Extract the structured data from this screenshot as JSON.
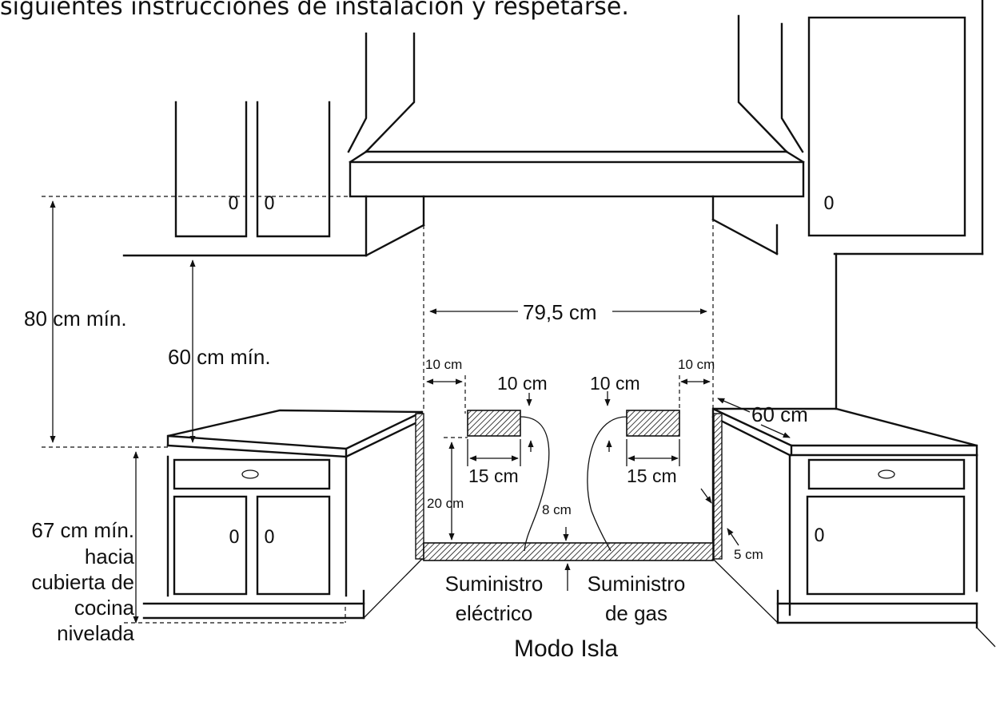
{
  "intro_text": "siguientes instrucciones de instalación y respetarse.",
  "dimensions": {
    "overall_height": "80 cm mín.",
    "cabinet_clearance": "60 cm mín.",
    "hood_width": "79,5 cm",
    "left_offset": "10 cm",
    "right_offset": "10 cm",
    "electric_box_from_top": "10 cm",
    "gas_box_from_top": "10 cm",
    "electric_box_width": "15 cm",
    "gas_box_width": "15 cm",
    "box_height_from_floor": "20 cm",
    "floor_thickness": "8 cm",
    "side_thickness": "5 cm",
    "counter_depth": "60 cm",
    "counter_height_line1": "67 cm mín.",
    "counter_height_line2": "hacia",
    "counter_height_line3": "cubierta de",
    "counter_height_line4": "cocina",
    "counter_height_line5": "nivelada"
  },
  "supplies": {
    "electric_line1": "Suministro",
    "electric_line2": "eléctrico",
    "gas_line1": "Suministro",
    "gas_line2": "de gas"
  },
  "mode_label": "Modo Isla",
  "knob_marks": {
    "upper_left_door_1": "0",
    "upper_left_door_2": "0",
    "upper_right_door": "0",
    "lower_left_door_1": "0",
    "lower_left_door_2": "0",
    "lower_right_door": "0"
  }
}
